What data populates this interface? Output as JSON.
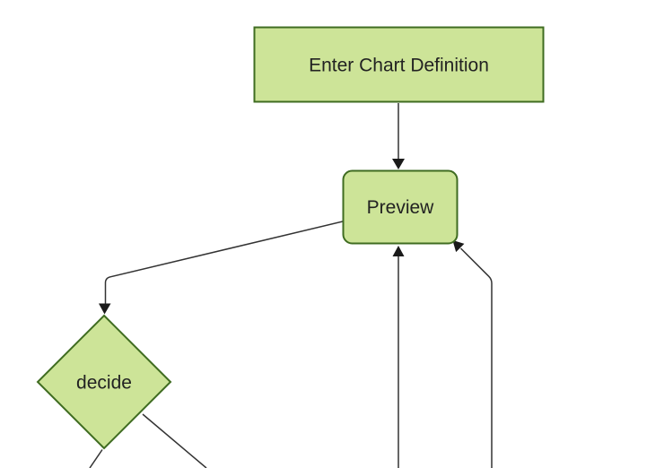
{
  "diagram": {
    "kind": "flowchart",
    "background_color": "#ffffff",
    "colors": {
      "node_fill": "#cde498",
      "node_border": "#3f6c21",
      "edge_line": "#333333",
      "arrowhead": "#1a1a1a",
      "label_text": "#222222"
    },
    "nodes": [
      {
        "id": "enter-chart-definition",
        "label": "Enter Chart Definition",
        "shape": "rectangle"
      },
      {
        "id": "preview",
        "label": "Preview",
        "shape": "rounded-rectangle"
      },
      {
        "id": "decide",
        "label": "decide",
        "shape": "diamond"
      }
    ],
    "edges": [
      {
        "from": "enter-chart-definition",
        "to": "preview",
        "arrowhead": "visible"
      },
      {
        "from": "preview",
        "to": "decide",
        "arrowhead": "visible"
      },
      {
        "from": "offscreen-bottom",
        "to": "preview",
        "arrowhead": "visible"
      },
      {
        "from": "offscreen-bottom-right",
        "to": "preview",
        "arrowhead": "visible"
      },
      {
        "from": "decide",
        "to": "offscreen-bottom-left",
        "arrowhead": "offscreen"
      },
      {
        "from": "decide",
        "to": "offscreen-bottom-right",
        "arrowhead": "offscreen"
      }
    ]
  }
}
